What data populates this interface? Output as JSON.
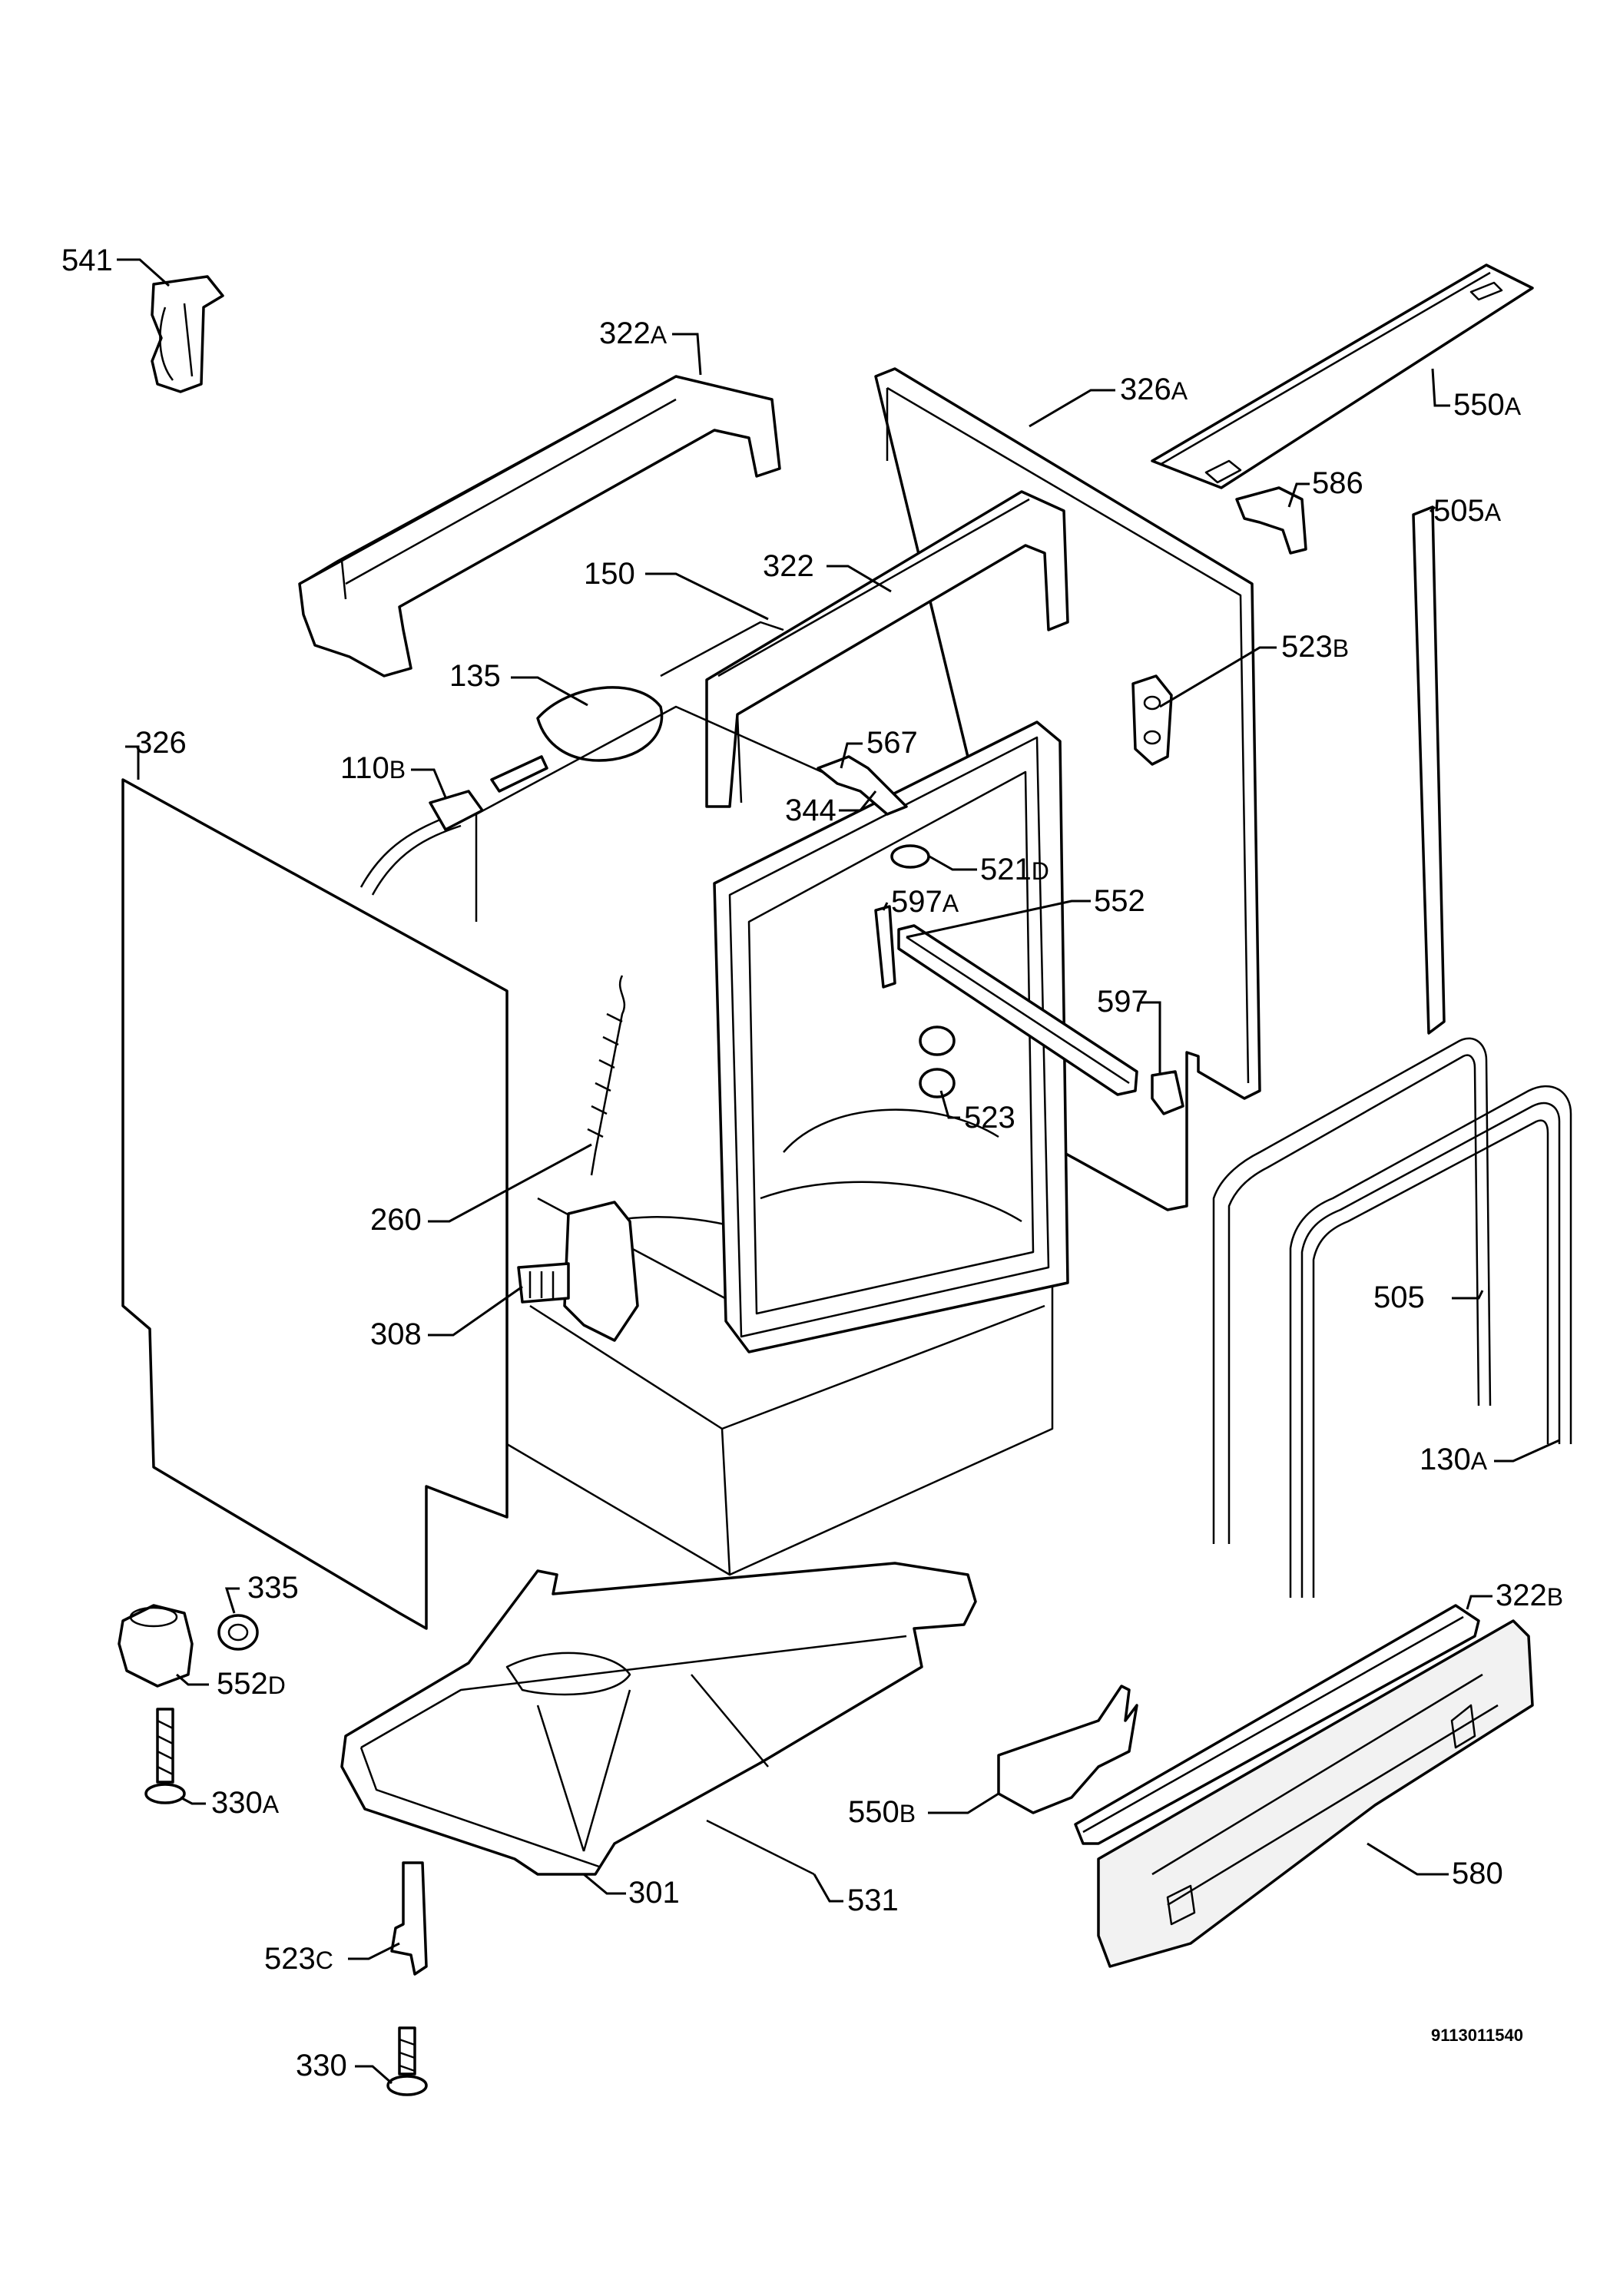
{
  "drawing_ref": "9113011540",
  "callouts": [
    {
      "num": "541",
      "suffix": ""
    },
    {
      "num": "322",
      "suffix": "A"
    },
    {
      "num": "326",
      "suffix": "A"
    },
    {
      "num": "550",
      "suffix": "A"
    },
    {
      "num": "586",
      "suffix": ""
    },
    {
      "num": "505",
      "suffix": "A"
    },
    {
      "num": "150",
      "suffix": ""
    },
    {
      "num": "322",
      "suffix": ""
    },
    {
      "num": "523",
      "suffix": "B"
    },
    {
      "num": "135",
      "suffix": ""
    },
    {
      "num": "567",
      "suffix": ""
    },
    {
      "num": "326",
      "suffix": ""
    },
    {
      "num": "110",
      "suffix": "B"
    },
    {
      "num": "344",
      "suffix": ""
    },
    {
      "num": "521",
      "suffix": "D"
    },
    {
      "num": "597",
      "suffix": "A"
    },
    {
      "num": "552",
      "suffix": ""
    },
    {
      "num": "597",
      "suffix": ""
    },
    {
      "num": "523",
      "suffix": ""
    },
    {
      "num": "260",
      "suffix": ""
    },
    {
      "num": "505",
      "suffix": ""
    },
    {
      "num": "308",
      "suffix": ""
    },
    {
      "num": "130",
      "suffix": "A"
    },
    {
      "num": "335",
      "suffix": ""
    },
    {
      "num": "322",
      "suffix": "B"
    },
    {
      "num": "552",
      "suffix": "D"
    },
    {
      "num": "330",
      "suffix": "A"
    },
    {
      "num": "550",
      "suffix": "B"
    },
    {
      "num": "580",
      "suffix": ""
    },
    {
      "num": "301",
      "suffix": ""
    },
    {
      "num": "531",
      "suffix": ""
    },
    {
      "num": "523",
      "suffix": "C"
    },
    {
      "num": "330",
      "suffix": ""
    }
  ]
}
